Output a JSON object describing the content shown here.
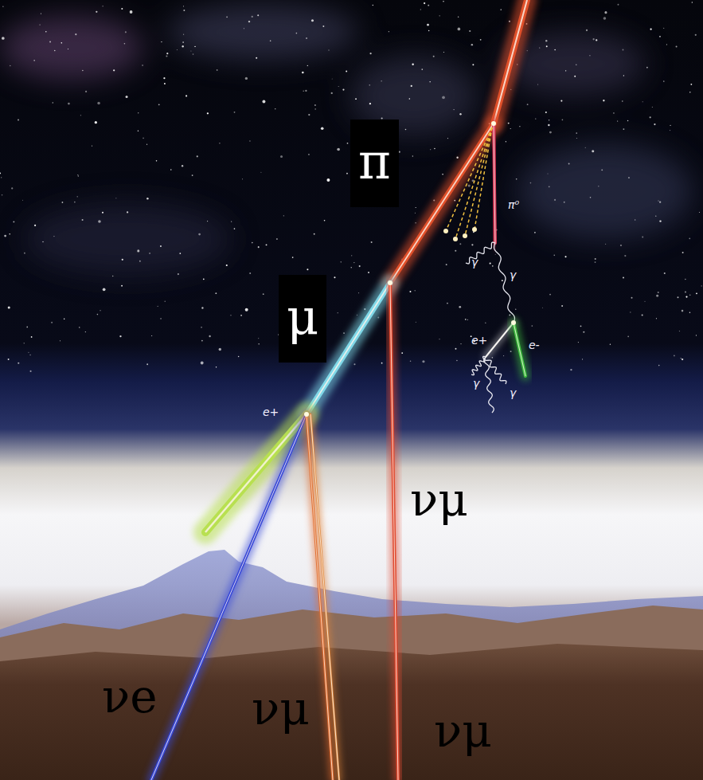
{
  "diagram": {
    "labels": [
      "π",
      "π⁰",
      "γ",
      "γ",
      "μ",
      "e+",
      "e-",
      "γ",
      "γ",
      "e+",
      "νμ",
      "νe",
      "νμ",
      "νμ"
    ]
  }
}
